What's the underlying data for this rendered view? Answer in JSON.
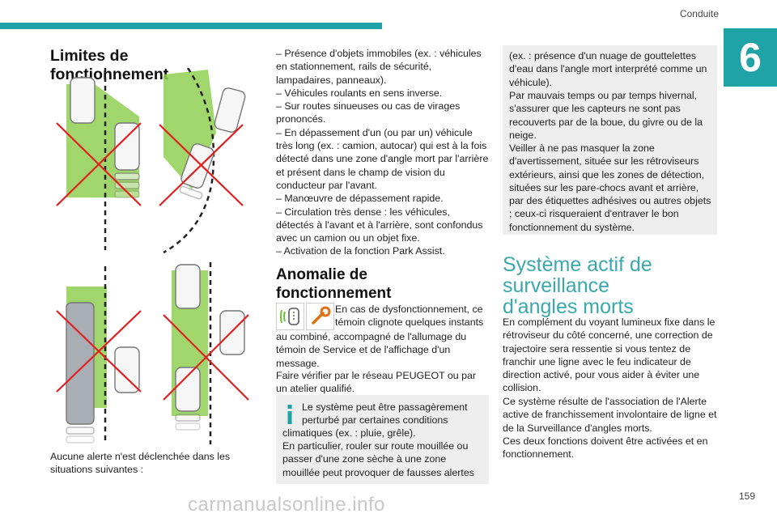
{
  "header": {
    "section": "Conduite",
    "chapter": "6",
    "page": "159"
  },
  "col1": {
    "title": "Limites de fonctionnement",
    "caption": "Aucune alerte n'est déclenchée dans les situations suivantes :"
  },
  "col2": {
    "list": [
      "–  Présence d'objets immobiles (ex. : véhicules en stationnement, rails de sécurité, lampadaires, panneaux).",
      "–  Véhicules roulants en sens inverse.",
      "–  Sur routes sinueuses ou cas de virages prononcés.",
      "–  En dépassement d'un (ou par un) véhicule très long (ex. : camion, autocar) qui est à la fois détecté dans une zone d'angle mort par l'arrière et présent dans le champ de vision du conducteur par l'avant.",
      "–  Manœuvre de dépassement rapide.",
      "–  Circulation très dense : les véhicules, détectés à l'avant et à l'arrière, sont confondus avec un camion ou un objet fixe.",
      "–  Activation de la fonction Park Assist."
    ],
    "anomaly_title": "Anomalie de fonctionnement",
    "anomaly_text1": "En cas de dysfonctionnement, ce témoin clignote quelques instants",
    "anomaly_text2": "au combiné, accompagné de l'allumage du témoin de Service et de l'affichage d'un message.",
    "anomaly_text3": "Faire vérifier par le réseau PEUGEOT ou par un atelier qualifié.",
    "info1": "Le système peut être passagèrement perturbé par certaines conditions",
    "info2": "climatiques (ex. : pluie, grêle).",
    "info3": "En particulier, rouler sur route mouillée ou passer d'une zone sèche à une zone mouillée peut provoquer de fausses alertes"
  },
  "col3": {
    "box_text1": "(ex. : présence d'un nuage de gouttelettes d'eau dans l'angle mort interprété comme un véhicule).",
    "box_text2": "Par mauvais temps ou par temps hivernal, s'assurer que les capteurs ne sont pas recouverts par de la boue, du givre ou de la neige.",
    "box_text3": "Veiller à ne pas masquer la zone d'avertissement, située sur les rétroviseurs extérieurs, ainsi que les zones de détection, situées sur les pare-chocs avant et arrière, par des étiquettes adhésives ou autres objets ; ceux-ci risqueraient d'entraver le bon fonctionnement du système.",
    "section_title": "Système actif de surveillance d'angles morts",
    "para1": "En complément du voyant lumineux fixe dans le rétroviseur du côté concerné, une correction de trajectoire sera ressentie si vous tentez de franchir une ligne avec le feu indicateur de direction activé, pour vous aider à éviter une collision.",
    "para2": "Ce système résulte de l'association de l'Alerte active de franchissement involontaire de ligne et de la Surveillance d'angles morts.",
    "para3": "Ces deux fonctions doivent être activées et en fonctionnement."
  },
  "footer": {
    "watermark": "carmanualsonline.info"
  },
  "colors": {
    "accent": "#1fa3a6",
    "zone_green": "#8fcf52",
    "cross_red": "#e02020",
    "info_box": "#eeeeee"
  },
  "icons": [
    "blind-spot-warning-icon",
    "service-wrench-icon",
    "info-icon"
  ]
}
